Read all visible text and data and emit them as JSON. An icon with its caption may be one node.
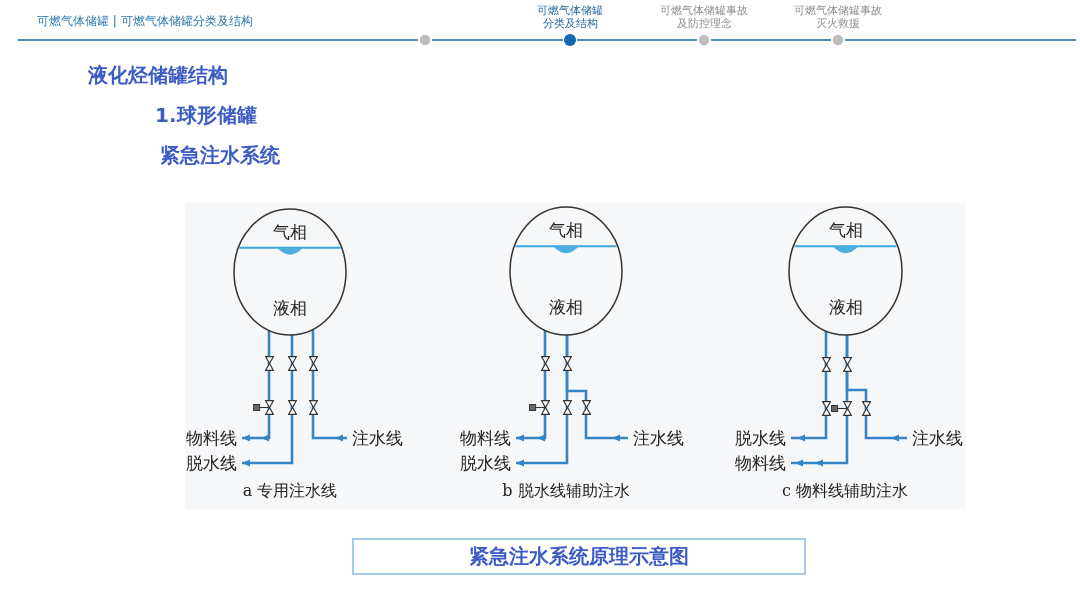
{
  "diagram": {
    "title": "液化烃储罐结构",
    "caption": "紧急注水系统原理示意图",
    "nodes": [
      {
        "text": [
          "气相",
          "液相"
        ]
      },
      {
        "text": [
          "物料线"
        ]
      },
      {
        "text": [
          "脱水线"
        ]
      },
      {
        "text": [
          "注水线"
        ]
      },
      {
        "text": [
          "气相",
          "液相"
        ]
      },
      {
        "text": [
          "物料线"
        ]
      },
      {
        "text": [
          "脱水线"
        ]
      },
      {
        "text": [
          "注水线"
        ]
      },
      {
        "text": [
          "气相",
          "液相"
        ]
      },
      {
        "text": [
          "脱水线"
        ]
      },
      {
        "text": [
          "物料线"
        ]
      },
      {
        "text": [
          "注水线"
        ]
      }
    ],
    "edges": [
      {
        "from": 0,
        "to": 1,
        "arrow": "to"
      },
      {
        "from": 0,
        "to": 2,
        "arrow": "to"
      },
      {
        "from": 3,
        "to": 0,
        "arrow": "to"
      },
      {
        "from": 4,
        "to": 5,
        "arrow": "to"
      },
      {
        "from": 4,
        "to": 6,
        "arrow": "to"
      },
      {
        "from": 7,
        "to": 4,
        "arrow": "to"
      },
      {
        "from": 8,
        "to": 9,
        "arrow": "to"
      },
      {
        "from": 8,
        "to": 10,
        "arrow": "to"
      },
      {
        "from": 11,
        "to": 8,
        "arrow": "to"
      }
    ],
    "labels": [
      "可燃气体储罐 | 可燃气体储罐分类及结构",
      "可燃气体储罐分类及结构",
      "可燃气体储罐事故及防控理念",
      "可燃气体储罐事故灭火救援",
      "1.球形储罐",
      "紧急注水系统",
      "a 专用注水线",
      "b 脱水线辅助注水",
      "c 物料线辅助注水"
    ]
  }
}
